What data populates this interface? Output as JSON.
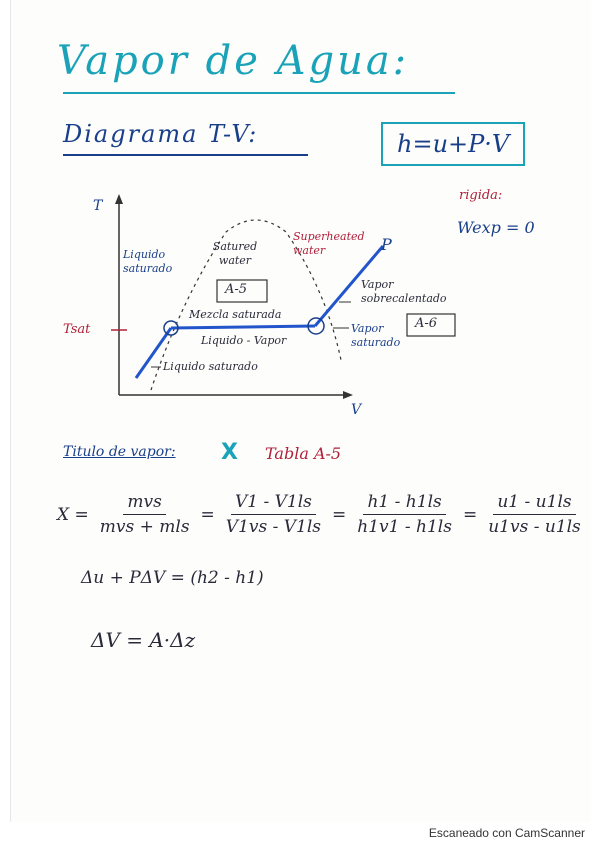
{
  "title": "Vapor de Agua:",
  "subtitle": "Diagrama T-V:",
  "formula_box": "h=u+P·V",
  "rigid": {
    "label": "rigida:",
    "formula": "Wexp = 0"
  },
  "diagram": {
    "axis_t": "T",
    "axis_v": "V",
    "tsat": "Tsat",
    "point_p": "P",
    "saturated_liquid_top": "Liquido saturado",
    "saturated_water": "Satured water",
    "superheated_water": "Superheated water",
    "table_center": "A-5",
    "mix": "Mezcla saturada",
    "liquid_vapor": "Liquido - Vapor",
    "superheated_vapor": "Vapor sobrecalentado",
    "saturated_vapor": "Vapor saturado",
    "table_right": "A-6",
    "saturated_liquid_bottom": "Liquido saturado"
  },
  "quality": {
    "label": "Titulo de vapor:",
    "symbol": "X",
    "table": "Tabla A-5"
  },
  "equation_x": {
    "x": "X =",
    "f1_num": "mvs",
    "f1_den": "mvs + mls",
    "f2_num": "V1 - V1ls",
    "f2_den": "V1vs - V1ls",
    "f3_num": "h1 - h1ls",
    "f3_den": "h1v1 - h1ls",
    "f4_num": "u1 - u1ls",
    "f4_den": "u1vs - u1ls"
  },
  "eq2": "Δu + PΔV = (h2 - h1)",
  "eq3": "ΔV = A·Δz",
  "footer": "Escaneado con CamScanner"
}
